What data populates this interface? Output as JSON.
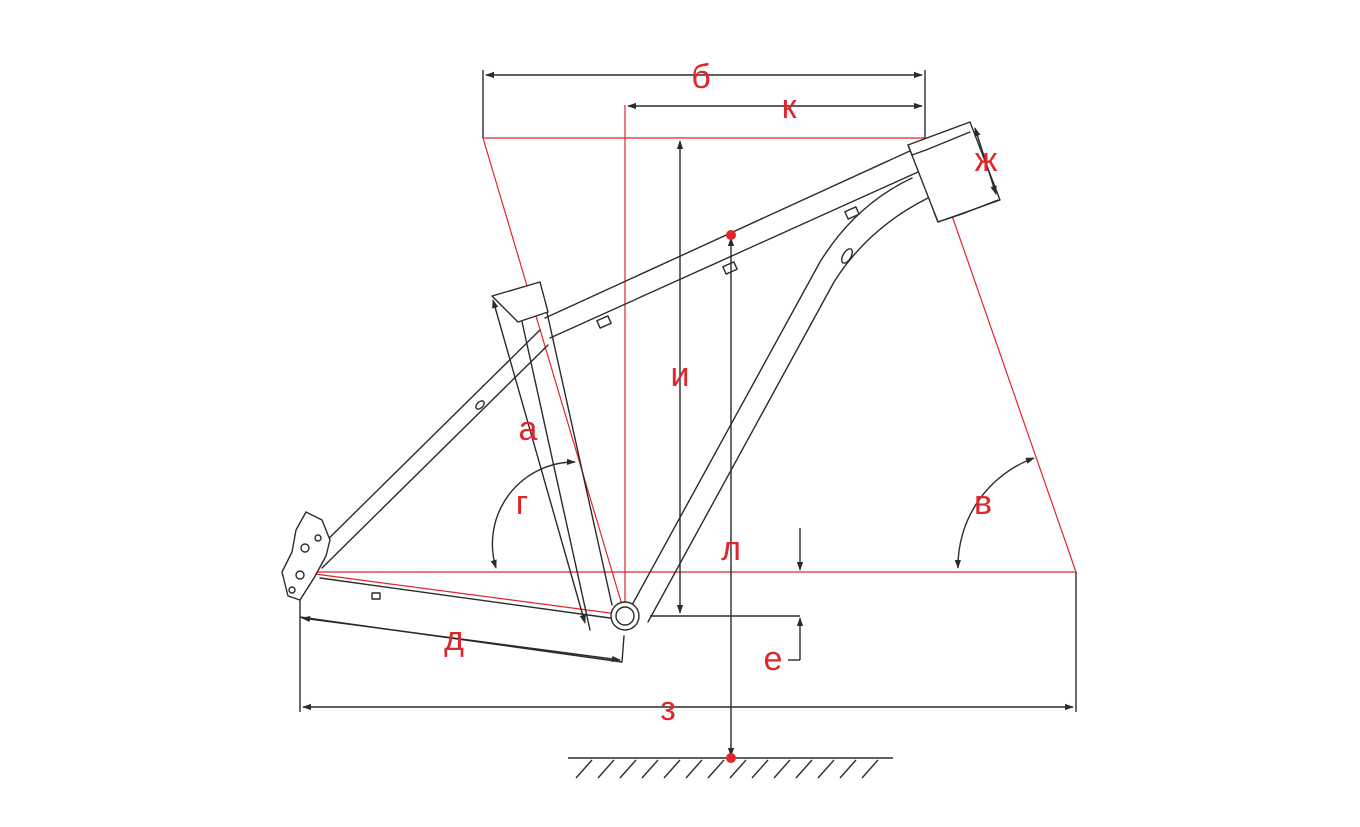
{
  "diagram": {
    "labels": {
      "a": "а",
      "b": "б",
      "v": "в",
      "g": "г",
      "d": "д",
      "e": "е",
      "zh": "ж",
      "z": "з",
      "i": "и",
      "k": "к",
      "l": "л"
    },
    "colors": {
      "geometry_lines": "#e0262b",
      "frame_lines": "#2b2b2b",
      "labels": "#e0262b",
      "points": "#e0262b"
    }
  }
}
